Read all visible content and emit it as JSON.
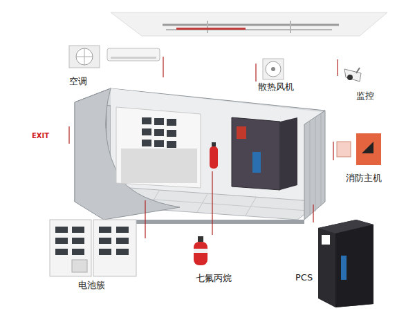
{
  "diagram": {
    "labels": [
      "空调",
      "散热风机",
      "监控",
      "EXIT",
      "消防主机",
      "电池簇",
      "七氟丙烷",
      "PCS"
    ]
  }
}
